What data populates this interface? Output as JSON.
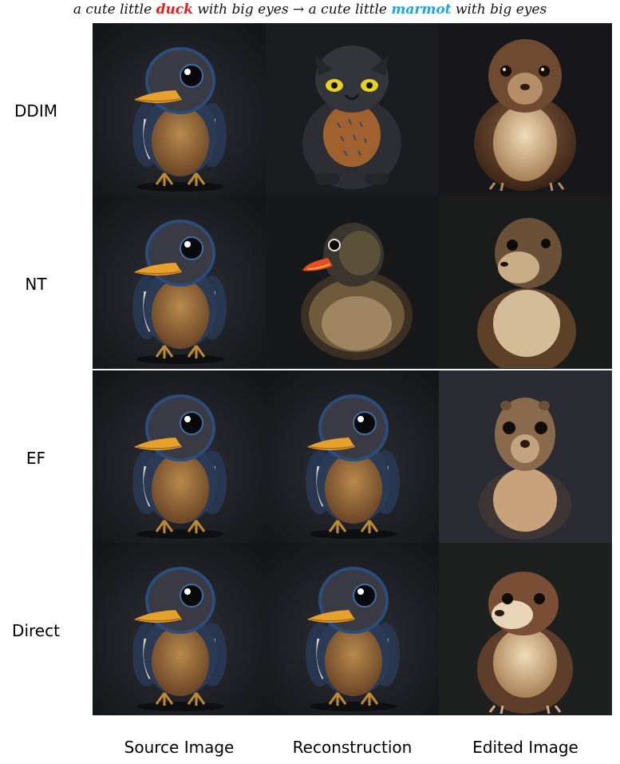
{
  "caption": {
    "prefix": "a cute little ",
    "source_word": "duck",
    "middle": " with big eyes → a cute little ",
    "target_word": "marmot",
    "suffix": " with big eyes",
    "source_color": "#e0201a",
    "target_color": "#20a4de"
  },
  "rows": [
    {
      "label": "DDIM"
    },
    {
      "label": "NT"
    },
    {
      "label": "EF"
    },
    {
      "label": "Direct"
    }
  ],
  "columns": [
    {
      "label": "Source Image"
    },
    {
      "label": "Reconstruction"
    },
    {
      "label": "Edited Image"
    }
  ]
}
